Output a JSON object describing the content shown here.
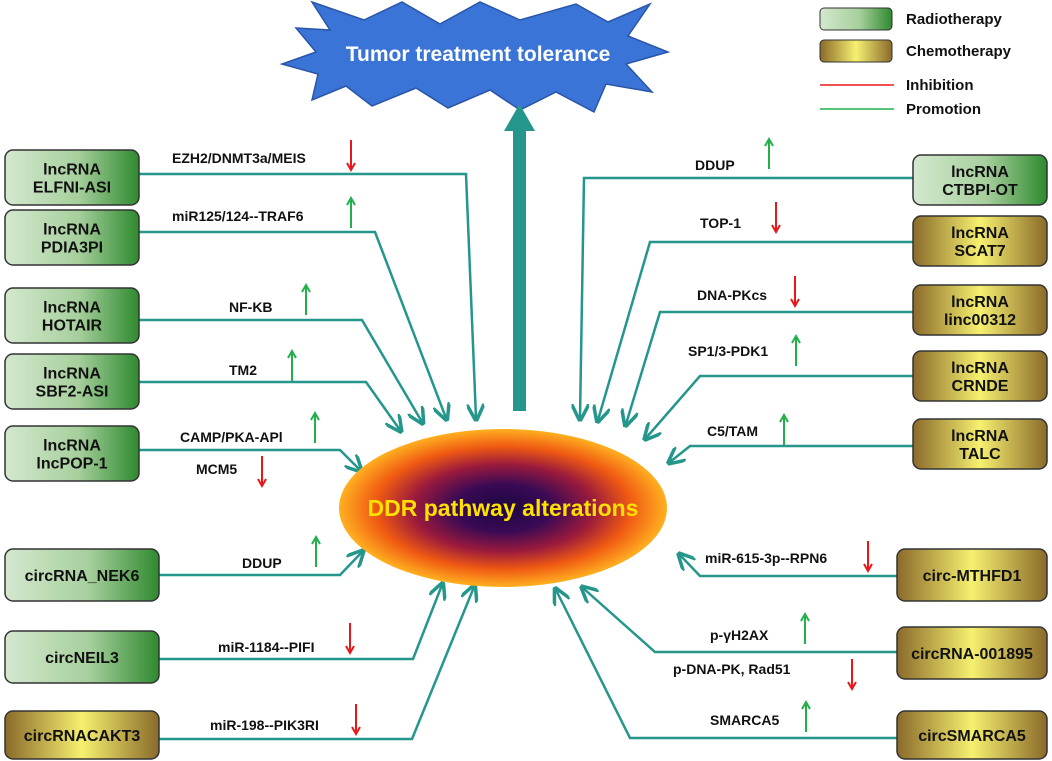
{
  "title": "Tumor treatment tolerance",
  "center": "DDR pathway alterations",
  "colors": {
    "line": "#25968c",
    "inhibition": "#e8181a",
    "promotion": "#22b04a",
    "star": "#3a74d6"
  },
  "legend": [
    {
      "label": "Radiotherapy",
      "kind": "radio-swatch"
    },
    {
      "label": "Chemotherapy",
      "kind": "chemo-swatch"
    },
    {
      "label": "Inhibition",
      "kind": "red-line"
    },
    {
      "label": "Promotion",
      "kind": "green-line"
    }
  ],
  "left_nodes": [
    {
      "line1": "lncRNA",
      "line2": "ELFNI-ASI",
      "therapy": "radiotherapy",
      "label": "EZH2/DNMT3a/MEIS",
      "effect": "inhibition"
    },
    {
      "line1": "lncRNA",
      "line2": "PDIA3PI",
      "therapy": "radiotherapy",
      "label": "miR125/124--TRAF6",
      "effect": "promotion"
    },
    {
      "line1": "lncRNA",
      "line2": "HOTAIR",
      "therapy": "radiotherapy",
      "label": "NF-KB",
      "effect": "promotion"
    },
    {
      "line1": "lncRNA",
      "line2": "SBF2-ASI",
      "therapy": "radiotherapy",
      "label": "TM2",
      "effect": "promotion"
    },
    {
      "line1": "lncRNA",
      "line2": "lncPOP-1",
      "therapy": "radiotherapy",
      "label": "CAMP/PKA-APl",
      "effect": "promotion",
      "label2": "MCM5",
      "effect2": "inhibition"
    },
    {
      "line1": "circRNA_NEK6",
      "line2": "",
      "therapy": "radiotherapy",
      "label": "DDUP",
      "effect": "promotion"
    },
    {
      "line1": "circNEIL3",
      "line2": "",
      "therapy": "radiotherapy",
      "label": "miR-1184--PIFI",
      "effect": "inhibition"
    },
    {
      "line1": "circRNACAKT3",
      "line2": "",
      "therapy": "chemotherapy",
      "label": "miR-198--PIK3RI",
      "effect": "inhibition"
    }
  ],
  "right_nodes": [
    {
      "line1": "lncRNA",
      "line2": "CTBPI-OT",
      "therapy": "radiotherapy",
      "label": "DDUP",
      "effect": "promotion"
    },
    {
      "line1": "lncRNA",
      "line2": "SCAT7",
      "therapy": "chemotherapy",
      "label": "TOP-1",
      "effect": "inhibition"
    },
    {
      "line1": "lncRNA",
      "line2": "linc00312",
      "therapy": "chemotherapy",
      "label": "DNA-PKcs",
      "effect": "inhibition"
    },
    {
      "line1": "lncRNA",
      "line2": "CRNDE",
      "therapy": "chemotherapy",
      "label": "SP1/3-PDK1",
      "effect": "promotion"
    },
    {
      "line1": "lncRNA",
      "line2": "TALC",
      "therapy": "chemotherapy",
      "label": "C5/TAM",
      "effect": "promotion"
    },
    {
      "line1": "circ-MTHFD1",
      "line2": "",
      "therapy": "chemotherapy",
      "label": "miR-615-3p--RPN6",
      "effect": "inhibition"
    },
    {
      "line1": "circRNA-001895",
      "line2": "",
      "therapy": "chemotherapy",
      "label": "p-γH2AX",
      "effect": "promotion",
      "label2": "p-DNA-PK, Rad51",
      "effect2": "inhibition"
    },
    {
      "line1": "circSMARCA5",
      "line2": "",
      "therapy": "chemotherapy",
      "label": "SMARCA5",
      "effect": "promotion"
    }
  ]
}
